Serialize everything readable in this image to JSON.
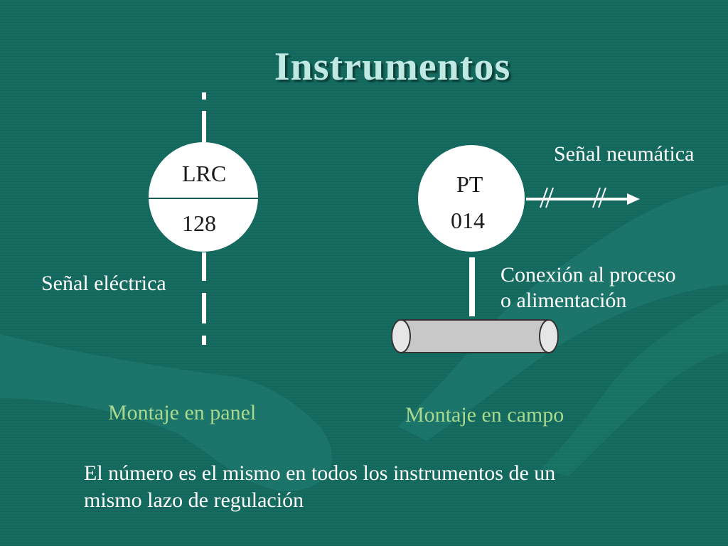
{
  "slide": {
    "title": "Instrumentos",
    "panel_instrument": {
      "tag": "LRC",
      "number": "128"
    },
    "field_instrument": {
      "tag": "PT",
      "number": "014"
    },
    "labels": {
      "pneumatic_signal": "Señal neumática",
      "electric_signal": "Señal eléctrica",
      "process_connection_line1": "Conexión al proceso",
      "process_connection_line2": "o alimentación"
    },
    "captions": {
      "panel_mount": "Montaje en panel",
      "field_mount": "Montaje en campo"
    },
    "note": {
      "line1": "El número es el mismo en todos los instrumentos de un",
      "line2": "mismo lazo de regulación"
    },
    "colors": {
      "background": "#156b60",
      "title": "#bfe9e2",
      "caption": "#a8d98f",
      "pipe": "#c8c8c8"
    }
  }
}
